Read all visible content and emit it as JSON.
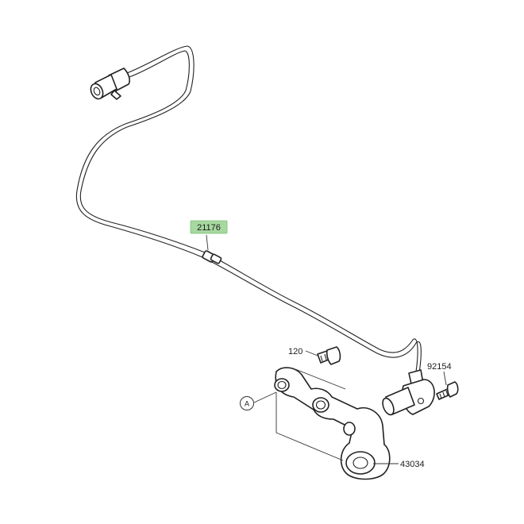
{
  "diagram": {
    "labels": {
      "sensor": "21176",
      "bolt_upper": "120",
      "bolt_right": "92154",
      "bracket": "43034",
      "ref_circle": "A"
    },
    "highlight_color": "#a6d8a0"
  }
}
